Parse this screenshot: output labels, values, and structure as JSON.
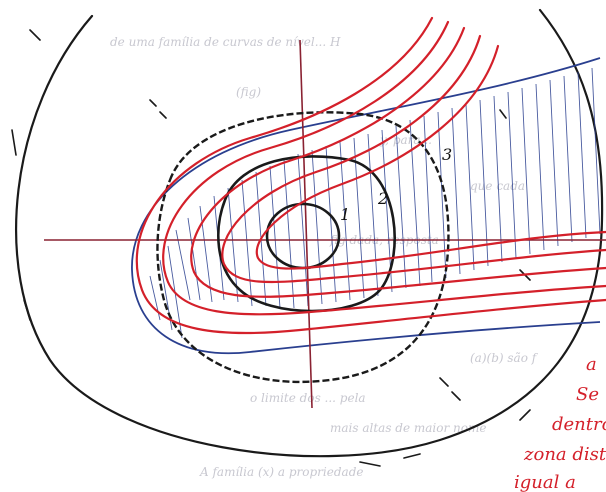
{
  "colors": {
    "ink_black": "#1a1a1a",
    "ink_red": "#d4202a",
    "ink_blue": "#2a3f8f",
    "ghost_text": "#c8c8d0"
  },
  "level_labels": [
    "1",
    "2",
    "3"
  ],
  "red_note_lines": [
    "Se",
    "dentro",
    "zona dist",
    "igual a"
  ],
  "faint_background_text": [
    "de uma família de curvas de nível...  H",
    "(fig)",
    "y, para ..",
    "que cada",
    "fig dada, resposta",
    "(a)(b) são f",
    "o limite dos ... pela",
    "mais altas de maior nome",
    "A família (x)   a propriedade"
  ]
}
